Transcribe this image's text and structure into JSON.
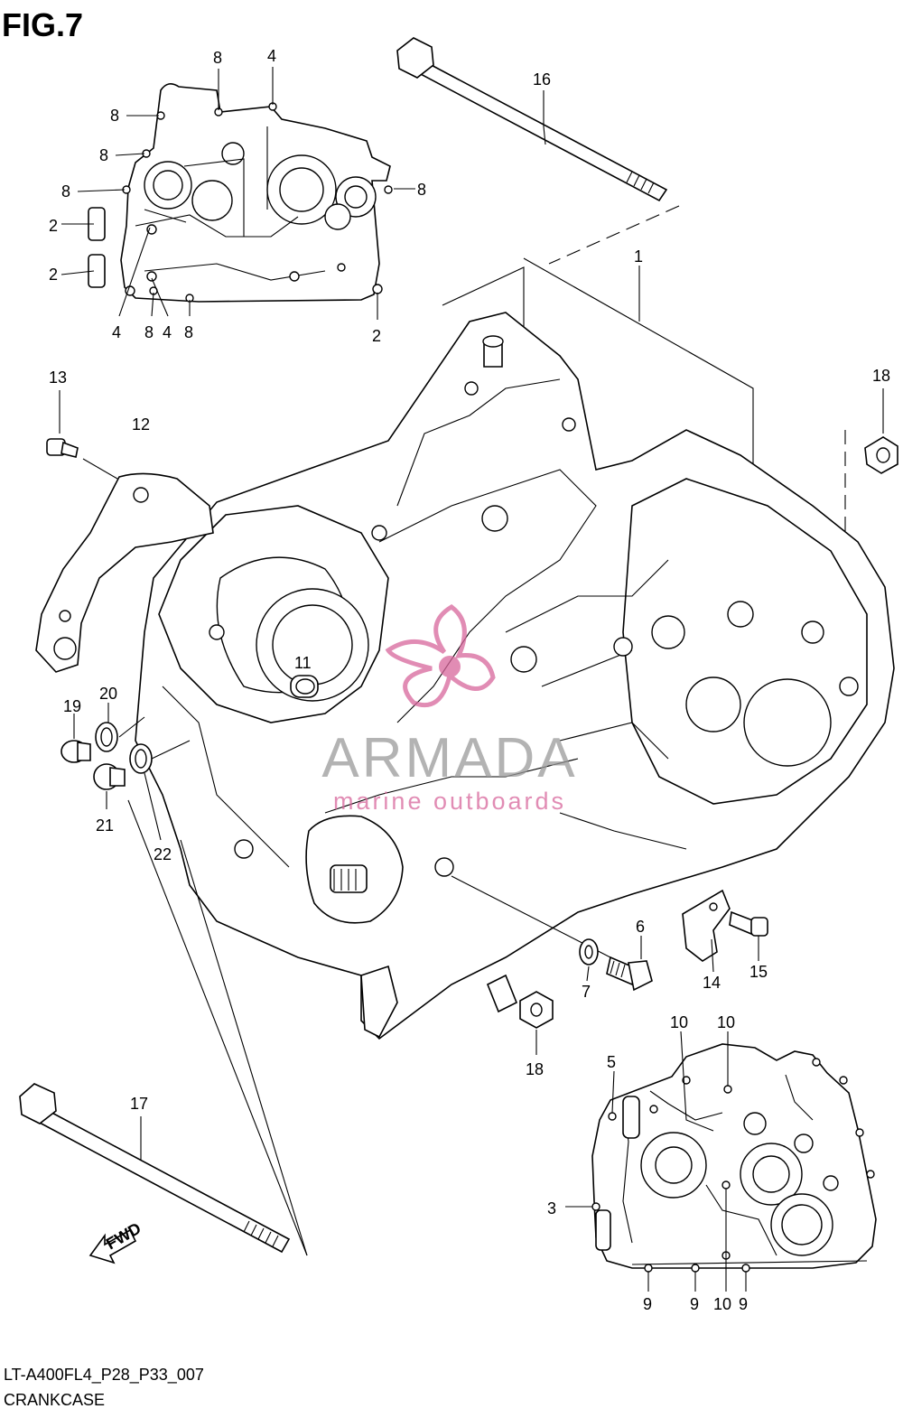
{
  "figure": {
    "title": "FIG.7",
    "code": "LT-A400FL4_P28_P33_007",
    "caption": "CRANKCASE",
    "fwd_label": "FWD"
  },
  "watermark": {
    "brand": "ARMADA",
    "tagline": "marine outboards",
    "color": "#d8669b",
    "text_color": "#9a9a9a"
  },
  "callouts": [
    {
      "id": "c8a",
      "label": "8"
    },
    {
      "id": "c4a",
      "label": "4"
    },
    {
      "id": "c8b",
      "label": "8"
    },
    {
      "id": "c8c",
      "label": "8"
    },
    {
      "id": "c8d",
      "label": "8"
    },
    {
      "id": "c8e",
      "label": "8"
    },
    {
      "id": "c2a",
      "label": "2"
    },
    {
      "id": "c2b",
      "label": "2"
    },
    {
      "id": "c4b",
      "label": "4"
    },
    {
      "id": "c8f",
      "label": "8"
    },
    {
      "id": "c4c",
      "label": "4"
    },
    {
      "id": "c8g",
      "label": "8"
    },
    {
      "id": "c2c",
      "label": "2"
    },
    {
      "id": "c16",
      "label": "16"
    },
    {
      "id": "c1",
      "label": "1"
    },
    {
      "id": "c13",
      "label": "13"
    },
    {
      "id": "c12",
      "label": "12"
    },
    {
      "id": "c18a",
      "label": "18"
    },
    {
      "id": "c11",
      "label": "11"
    },
    {
      "id": "c19",
      "label": "19"
    },
    {
      "id": "c20",
      "label": "20"
    },
    {
      "id": "c21",
      "label": "21"
    },
    {
      "id": "c22",
      "label": "22"
    },
    {
      "id": "c6",
      "label": "6"
    },
    {
      "id": "c7",
      "label": "7"
    },
    {
      "id": "c14",
      "label": "14"
    },
    {
      "id": "c15",
      "label": "15"
    },
    {
      "id": "c18b",
      "label": "18"
    },
    {
      "id": "c10a",
      "label": "10"
    },
    {
      "id": "c10b",
      "label": "10"
    },
    {
      "id": "c5",
      "label": "5"
    },
    {
      "id": "c17",
      "label": "17"
    },
    {
      "id": "c3",
      "label": "3"
    },
    {
      "id": "c9a",
      "label": "9"
    },
    {
      "id": "c9b",
      "label": "9"
    },
    {
      "id": "c10c",
      "label": "10"
    },
    {
      "id": "c9c",
      "label": "9"
    }
  ]
}
